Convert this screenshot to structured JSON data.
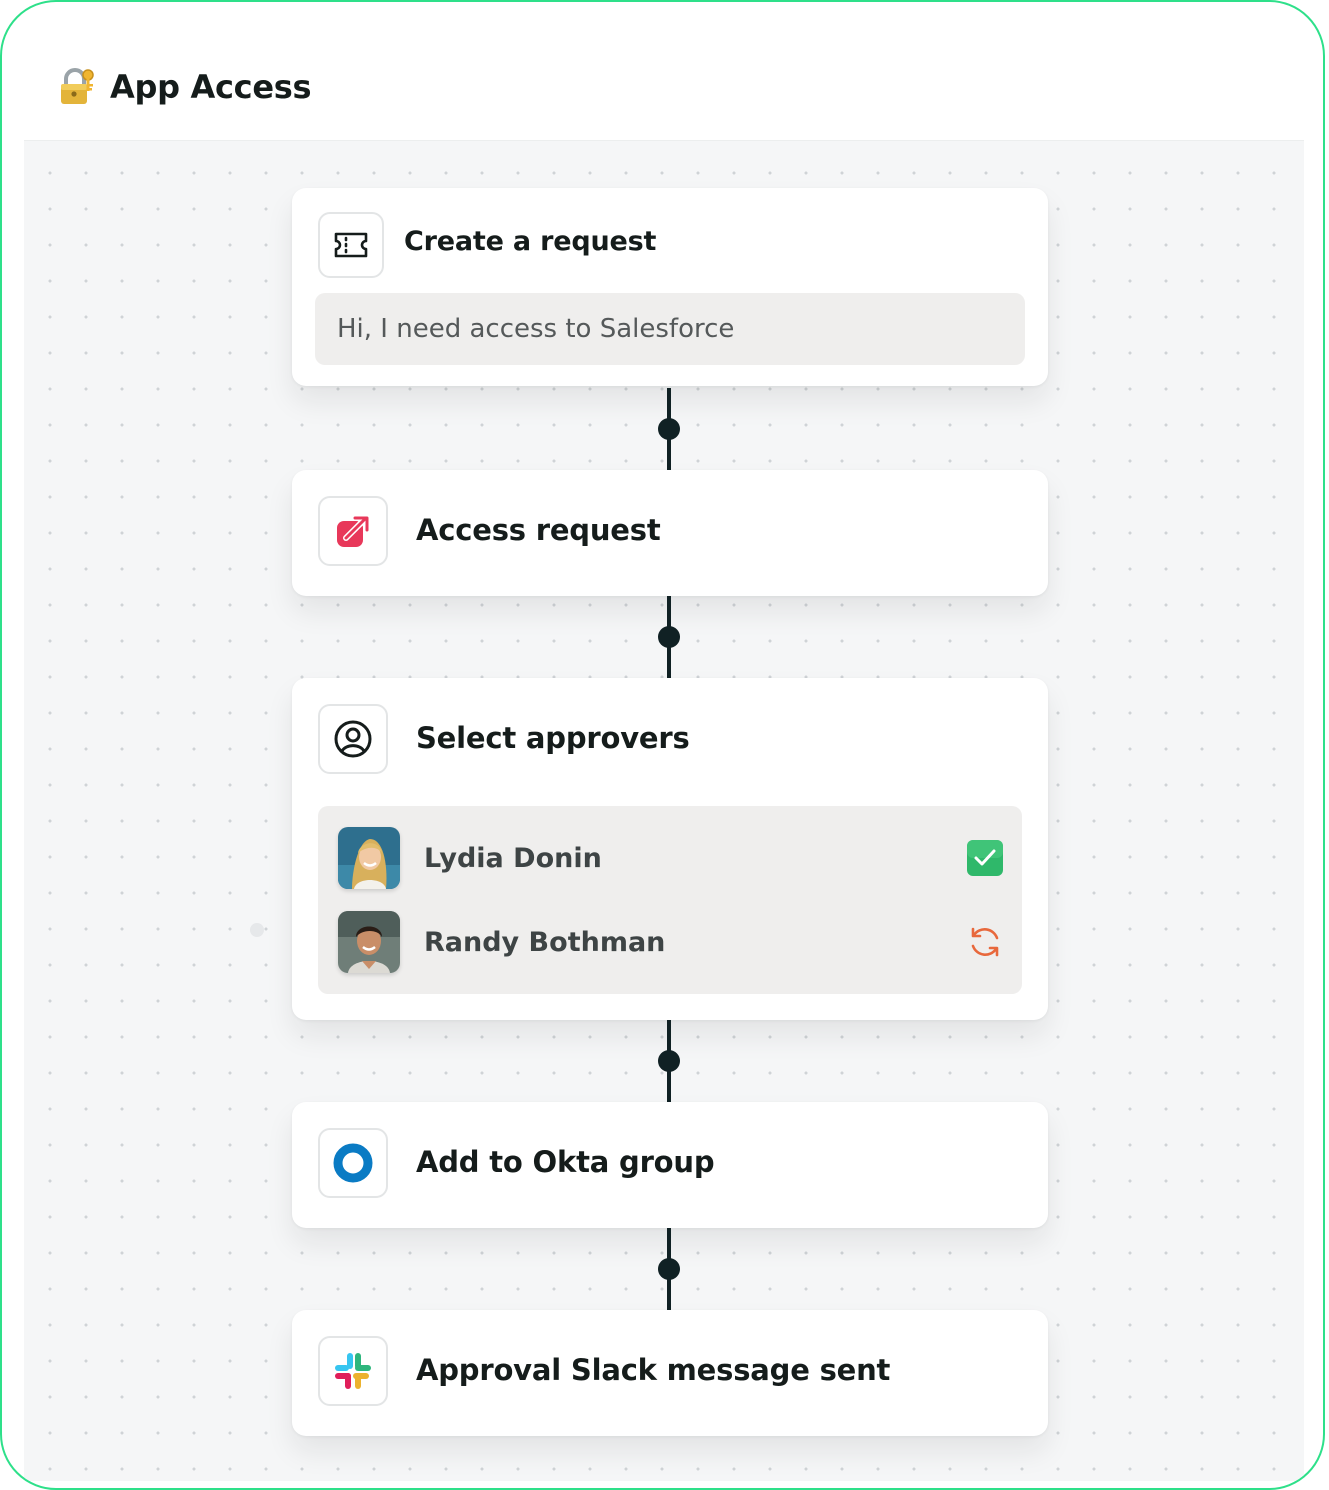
{
  "header": {
    "title": "App Access",
    "icon": "lock-with-key-icon"
  },
  "colors": {
    "frame_border": "#2ee08a",
    "connector": "#102124",
    "access_icon": "#e8385a",
    "approved_check": "#2fb86a",
    "pending_sync": "#e8683c",
    "okta_blue": "#0a7bc4"
  },
  "steps": [
    {
      "title": "Create a request",
      "icon": "ticket-icon",
      "message": "Hi, I need access to Salesforce"
    },
    {
      "title": "Access request",
      "icon": "external-link-icon"
    },
    {
      "title": "Select approvers",
      "icon": "user-circle-icon",
      "approvers": [
        {
          "name": "Lydia Donin",
          "status": "approved",
          "status_icon": "checkbox-checked-icon"
        },
        {
          "name": "Randy Bothman",
          "status": "pending",
          "status_icon": "sync-icon"
        }
      ]
    },
    {
      "title": "Add to Okta group",
      "icon": "okta-icon"
    },
    {
      "title": "Approval Slack message sent",
      "icon": "slack-icon"
    }
  ]
}
